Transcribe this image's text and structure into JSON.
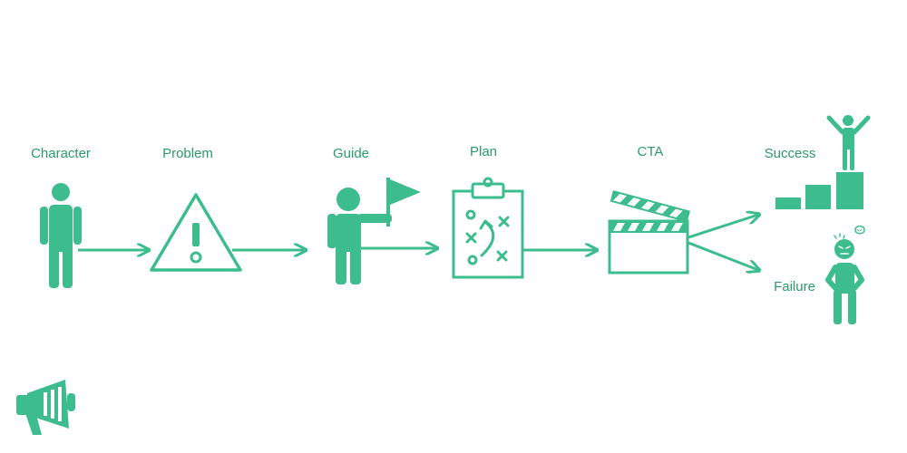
{
  "colors": {
    "accent": "#3dbd8d",
    "text": "#2b9a6b",
    "background": "#ffffff"
  },
  "stages": [
    {
      "label": "Character",
      "icon": "standing-person-icon"
    },
    {
      "label": "Problem",
      "icon": "warning-triangle-icon"
    },
    {
      "label": "Guide",
      "icon": "person-with-flag-icon"
    },
    {
      "label": "Plan",
      "icon": "clipboard-play-icon"
    },
    {
      "label": "CTA",
      "icon": "clapperboard-icon"
    }
  ],
  "outcomes": [
    {
      "label": "Success",
      "icon": "podium-winner-icon"
    },
    {
      "label": "Failure",
      "icon": "angry-person-icon"
    }
  ],
  "corner_icon": "megaphone-icon"
}
